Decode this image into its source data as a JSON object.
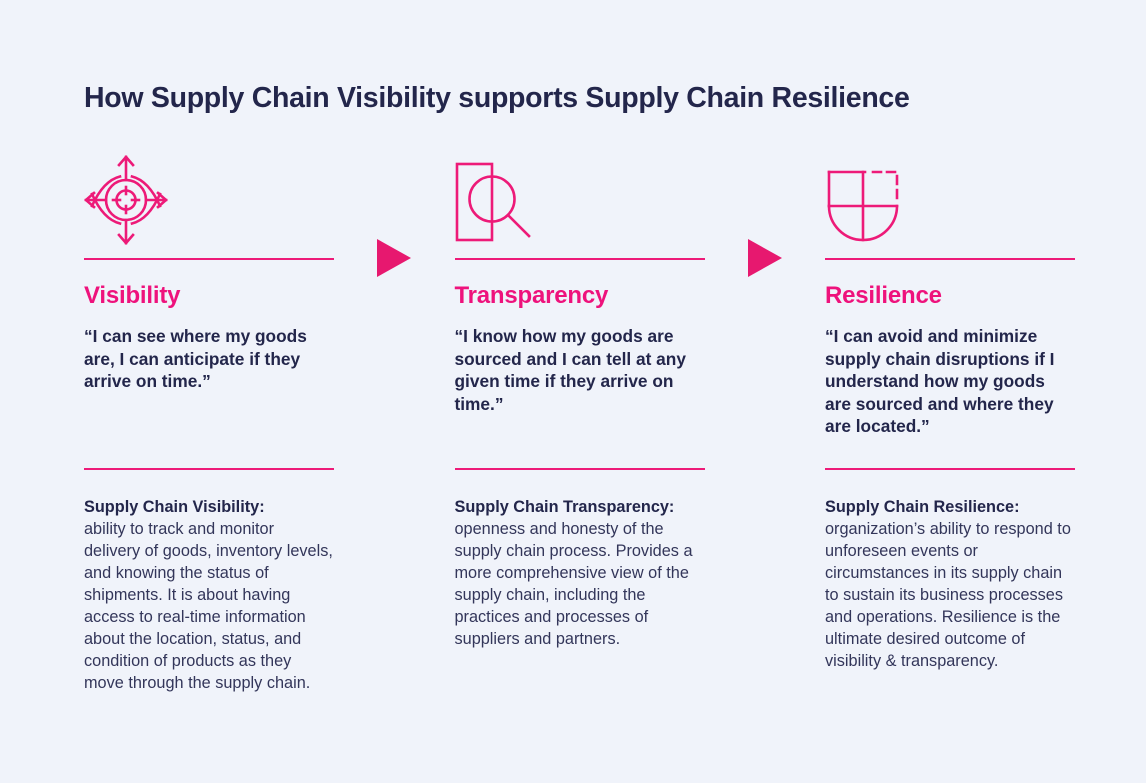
{
  "title": "How Supply Chain Visibility supports Supply Chain Resilience",
  "colors": {
    "background": "#F0F3FA",
    "accent_pink": "#ED1A78",
    "arrow_pink": "#E7186F",
    "navy_text": "#23264B",
    "body_text": "#33365A"
  },
  "flow": {
    "arrow_icon": "right-triangle-arrow",
    "arrow_count": 2
  },
  "columns": [
    {
      "icon": "visibility-eye-target-icon",
      "heading": "Visibility",
      "quote": "“I can see where my goods are, I can anticipate if they arrive on time.”",
      "term": "Supply Chain Visibility:",
      "definition": "ability to track and monitor delivery of goods, inventory levels, and knowing the status of shipments. It is about having access to real-time information about the location, status, and condition of products as they move through the supply chain."
    },
    {
      "icon": "transparency-magnifier-document-icon",
      "heading": "Transparency",
      "quote": "“I know how my goods are sourced and I can tell at any given time if they arrive on time.”",
      "term": "Supply Chain Transparency:",
      "definition": "openness and honesty of the supply chain process. Provides a more comprehensive view of the supply chain, including the practices and processes of suppliers and partners."
    },
    {
      "icon": "resilience-shield-icon",
      "heading": "Resilience",
      "quote": "“I can avoid and minimize supply chain disruptions if I understand how my goods are sourced and where they are located.”",
      "term": "Supply Chain Resilience:",
      "definition": "organization’s ability to respond to unforeseen events or circumstances in its supply chain to sustain its business processes and operations. Resilience is the ultimate desired outcome of visibility & transparency."
    }
  ]
}
